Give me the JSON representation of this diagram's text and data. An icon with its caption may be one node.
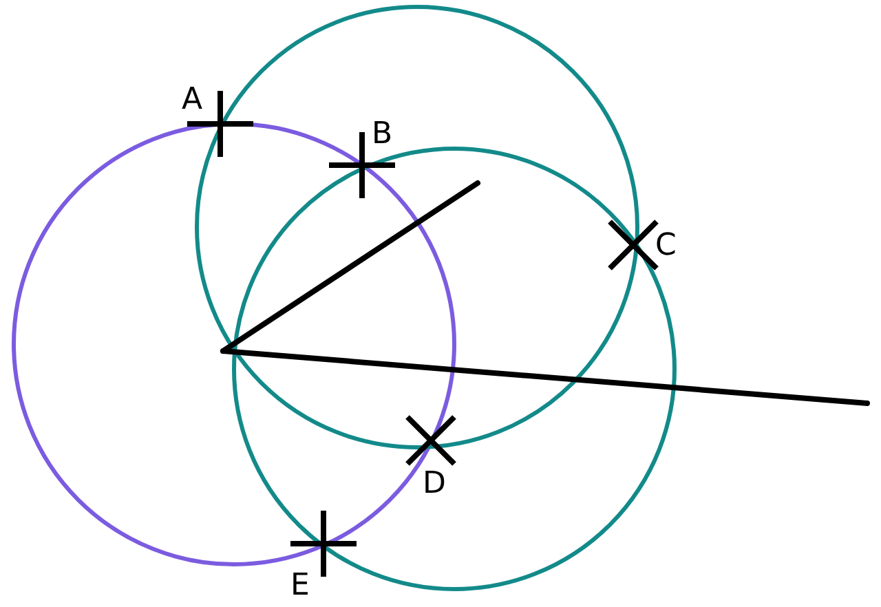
{
  "diagram": {
    "labels": [
      "A",
      "B",
      "C",
      "D",
      "E"
    ]
  }
}
